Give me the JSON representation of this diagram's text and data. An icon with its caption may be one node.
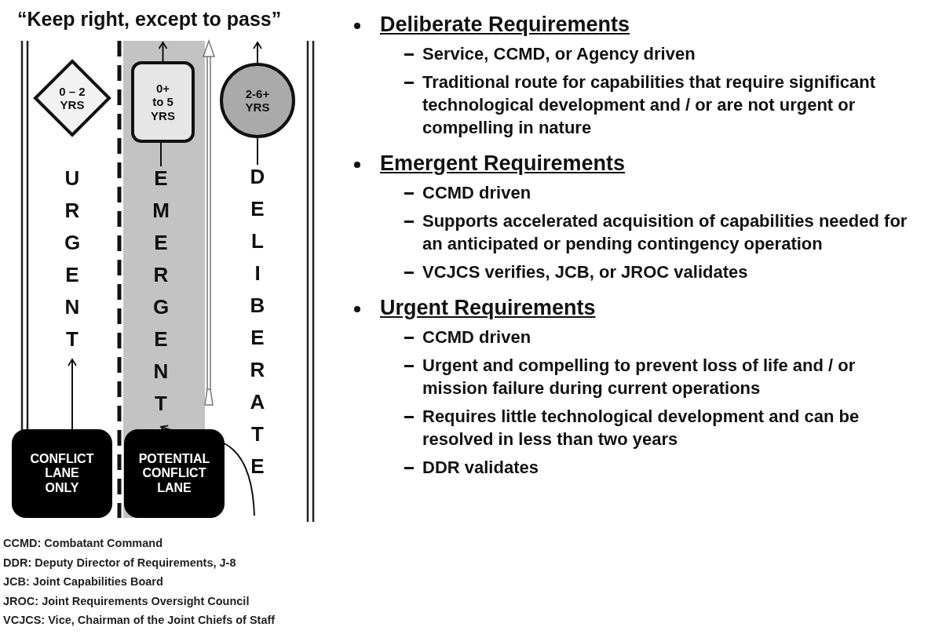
{
  "diagram": {
    "title": "“Keep right, except to pass”",
    "nodes": [
      {
        "text": [
          "0 – 2 YRS"
        ]
      },
      {
        "text": [
          "0+ to 5 YRS"
        ]
      },
      {
        "text": [
          "2-6+ YRS"
        ]
      },
      {
        "text": [
          "URGENT"
        ]
      },
      {
        "text": [
          "EMERGENT"
        ]
      },
      {
        "text": [
          "DELIBERATE"
        ]
      },
      {
        "text": [
          "CONFLICT LANE ONLY"
        ]
      },
      {
        "text": [
          "POTENTIAL CONFLICT LANE"
        ]
      }
    ],
    "edges": [
      {
        "from": 6,
        "to": 3,
        "arrow": "to"
      },
      {
        "from": 4,
        "to": 1,
        "arrow": "none"
      },
      {
        "from": 1,
        "to": null,
        "arrow": "to"
      },
      {
        "from": 5,
        "to": 2,
        "arrow": "none"
      },
      {
        "from": 2,
        "to": null,
        "arrow": "to"
      },
      {
        "from": null,
        "to": 4,
        "arrow": "to"
      }
    ],
    "labels": [
      "Deliberate Requirements",
      "Service, CCMD, or Agency driven",
      "Traditional route for capabilities that require significant technological development and / or are not urgent or compelling in nature",
      "Emergent Requirements",
      "CCMD driven",
      "Supports accelerated acquisition of capabilities needed for an anticipated or pending contingency operation",
      "VCJCS verifies, JCB, or JROC validates",
      "Urgent Requirements",
      "CCMD driven",
      "Urgent and compelling to prevent loss of life and / or mission failure during current operations",
      "Requires little technological development and can be resolved in less than two years",
      "DDR validates",
      "CCMD: Combatant Command",
      "DDR: Deputy Director of Requirements, J-8",
      "JCB: Joint Capabilities Board",
      "JROC: Joint Requirements Oversight Council",
      "VCJCS: Vice, Chairman of the Joint Chiefs of Staff"
    ]
  }
}
